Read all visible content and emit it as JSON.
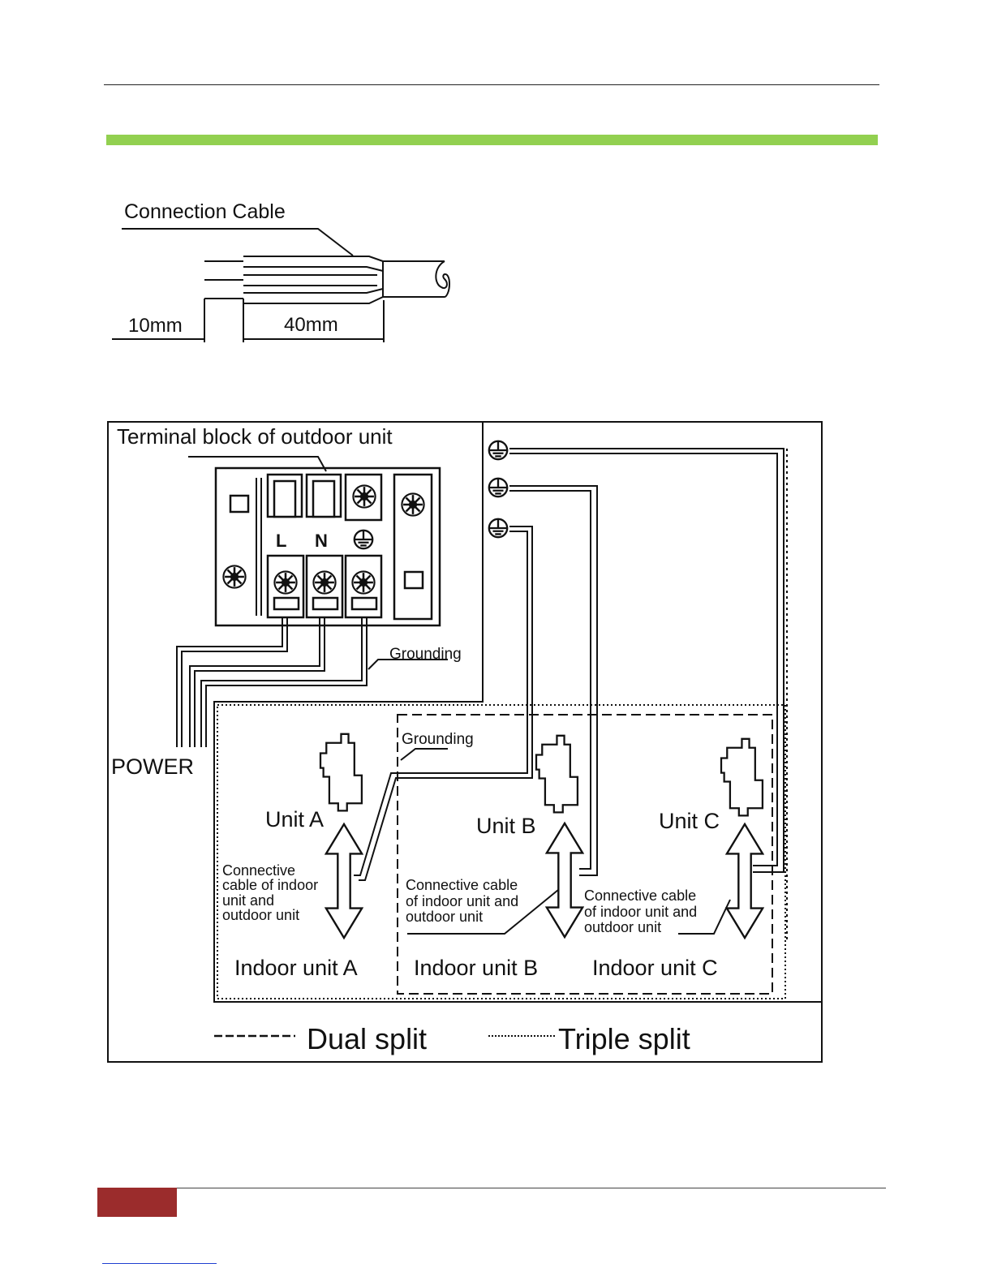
{
  "colors": {
    "accent_bar": "#92d050",
    "footer_tab": "#9b2c2c",
    "link_line": "#1f3fd0",
    "line": "#111111"
  },
  "cable_diagram": {
    "title": "Connection Cable",
    "dim_short": "10mm",
    "dim_long": "40mm"
  },
  "wiring_diagram": {
    "terminal_block_title": "Terminal block of outdoor unit",
    "terminal_L": "L",
    "terminal_N": "N",
    "grounding_top": "Grounding",
    "grounding_mid": "Grounding",
    "power": "POWER",
    "unit_a": "Unit A",
    "unit_b": "Unit B",
    "unit_c": "Unit C",
    "cable_a": [
      "Connective",
      "cable of indoor",
      "unit and",
      "outdoor unit"
    ],
    "cable_b": [
      "Connective cable",
      "of indoor unit and",
      "outdoor unit"
    ],
    "cable_c": [
      "Connective cable",
      "of indoor unit and",
      "outdoor unit"
    ],
    "indoor_a": "Indoor unit A",
    "indoor_b": "Indoor unit B",
    "indoor_c": "Indoor unit C",
    "legend_dual": "Dual split",
    "legend_triple": "Triple split"
  }
}
